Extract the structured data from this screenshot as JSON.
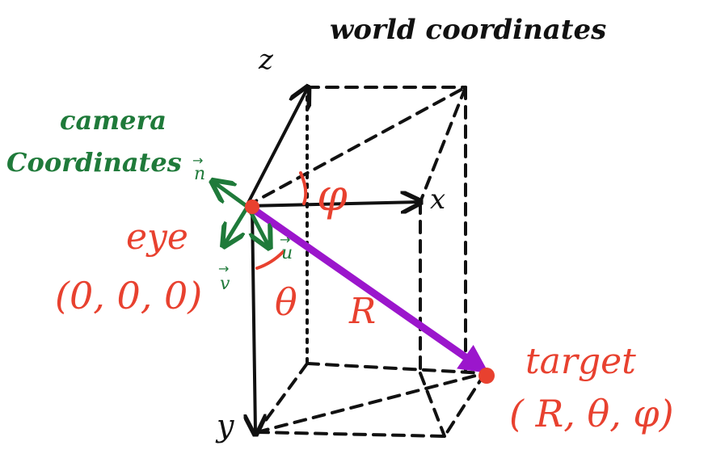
{
  "title": "world coordinates",
  "camera_label_1": "camera",
  "camera_label_2": "Coordinates",
  "axes": {
    "z": "z",
    "x": "x",
    "y": "y"
  },
  "eye": {
    "label": "eye",
    "coords": "(0, 0, 0)"
  },
  "target": {
    "label": "target",
    "coords": "( R, θ, φ)"
  },
  "angles": {
    "phi": "φ",
    "theta": "θ"
  },
  "distance": "R",
  "camera_vectors": {
    "n": "n",
    "u": "u",
    "v": "v"
  },
  "colors": {
    "ink": "#111111",
    "red": "#e8412f",
    "green": "#1f7a3a",
    "purple": "#9b16cc"
  }
}
